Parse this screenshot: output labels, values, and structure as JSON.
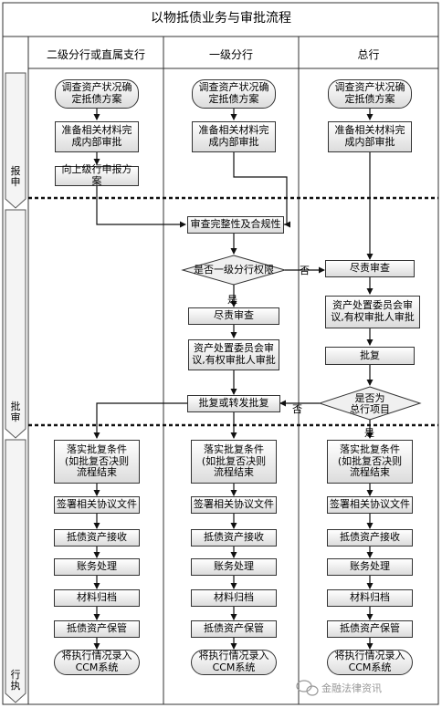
{
  "title": "以物抵债业务与审批流程",
  "columns": [
    "二级分行或直属支行",
    "一级分行",
    "总行"
  ],
  "phases": {
    "report": "报\n申",
    "approve": "批\n审",
    "execute": "行\n执"
  },
  "col1": {
    "n1": "调查资产状况确\n定抵债方案",
    "n2": "准备相关材料完\n成内部审批",
    "n3": "向上级行申报方案",
    "e1": "落实批复条件\n(如批复否决则\n流程结束",
    "e2": "签署相关协议文件",
    "e3": "抵债资产接收",
    "e4": "账务处理",
    "e5": "材料归档",
    "e6": "抵债资产保管",
    "e7": "将执行情况录入\nCCM系统"
  },
  "col2": {
    "n1": "调查资产状况确\n定抵债方案",
    "n2": "准备相关材料完\n成内部审批",
    "review": "审查完整性及合规性",
    "decision": "是否一级分行权限",
    "dd": "尽责审查",
    "committee": "资产处置委员会审\n议,有权审批人审批",
    "reply": "批复或转发批复",
    "e1": "落实批复条件\n(如批复否决则\n流程结束",
    "e2": "签署相关协议文件",
    "e3": "抵债资产接收",
    "e4": "账务处理",
    "e5": "材料归档",
    "e6": "抵债资产保管",
    "e7": "将执行情况录入\nCCM系统"
  },
  "col3": {
    "n1": "调查资产状况确\n定抵债方案",
    "n2": "准备相关材料完\n成内部审批",
    "dd": "尽责审查",
    "committee": "资产处置委员会审\n议,有权审批人审批",
    "reply": "批复",
    "decision": "是否为\n总行项目",
    "e1": "落实批复条件\n(如批复否决则\n流程结束",
    "e2": "签署相关协议文件",
    "e3": "抵债资产接收",
    "e4": "账务处理",
    "e5": "材料归档",
    "e6": "抵债资产保管",
    "e7": "将执行情况录入\nCCM系统"
  },
  "labels": {
    "yes": "是",
    "no": "否"
  },
  "watermark": "金融法律资讯"
}
